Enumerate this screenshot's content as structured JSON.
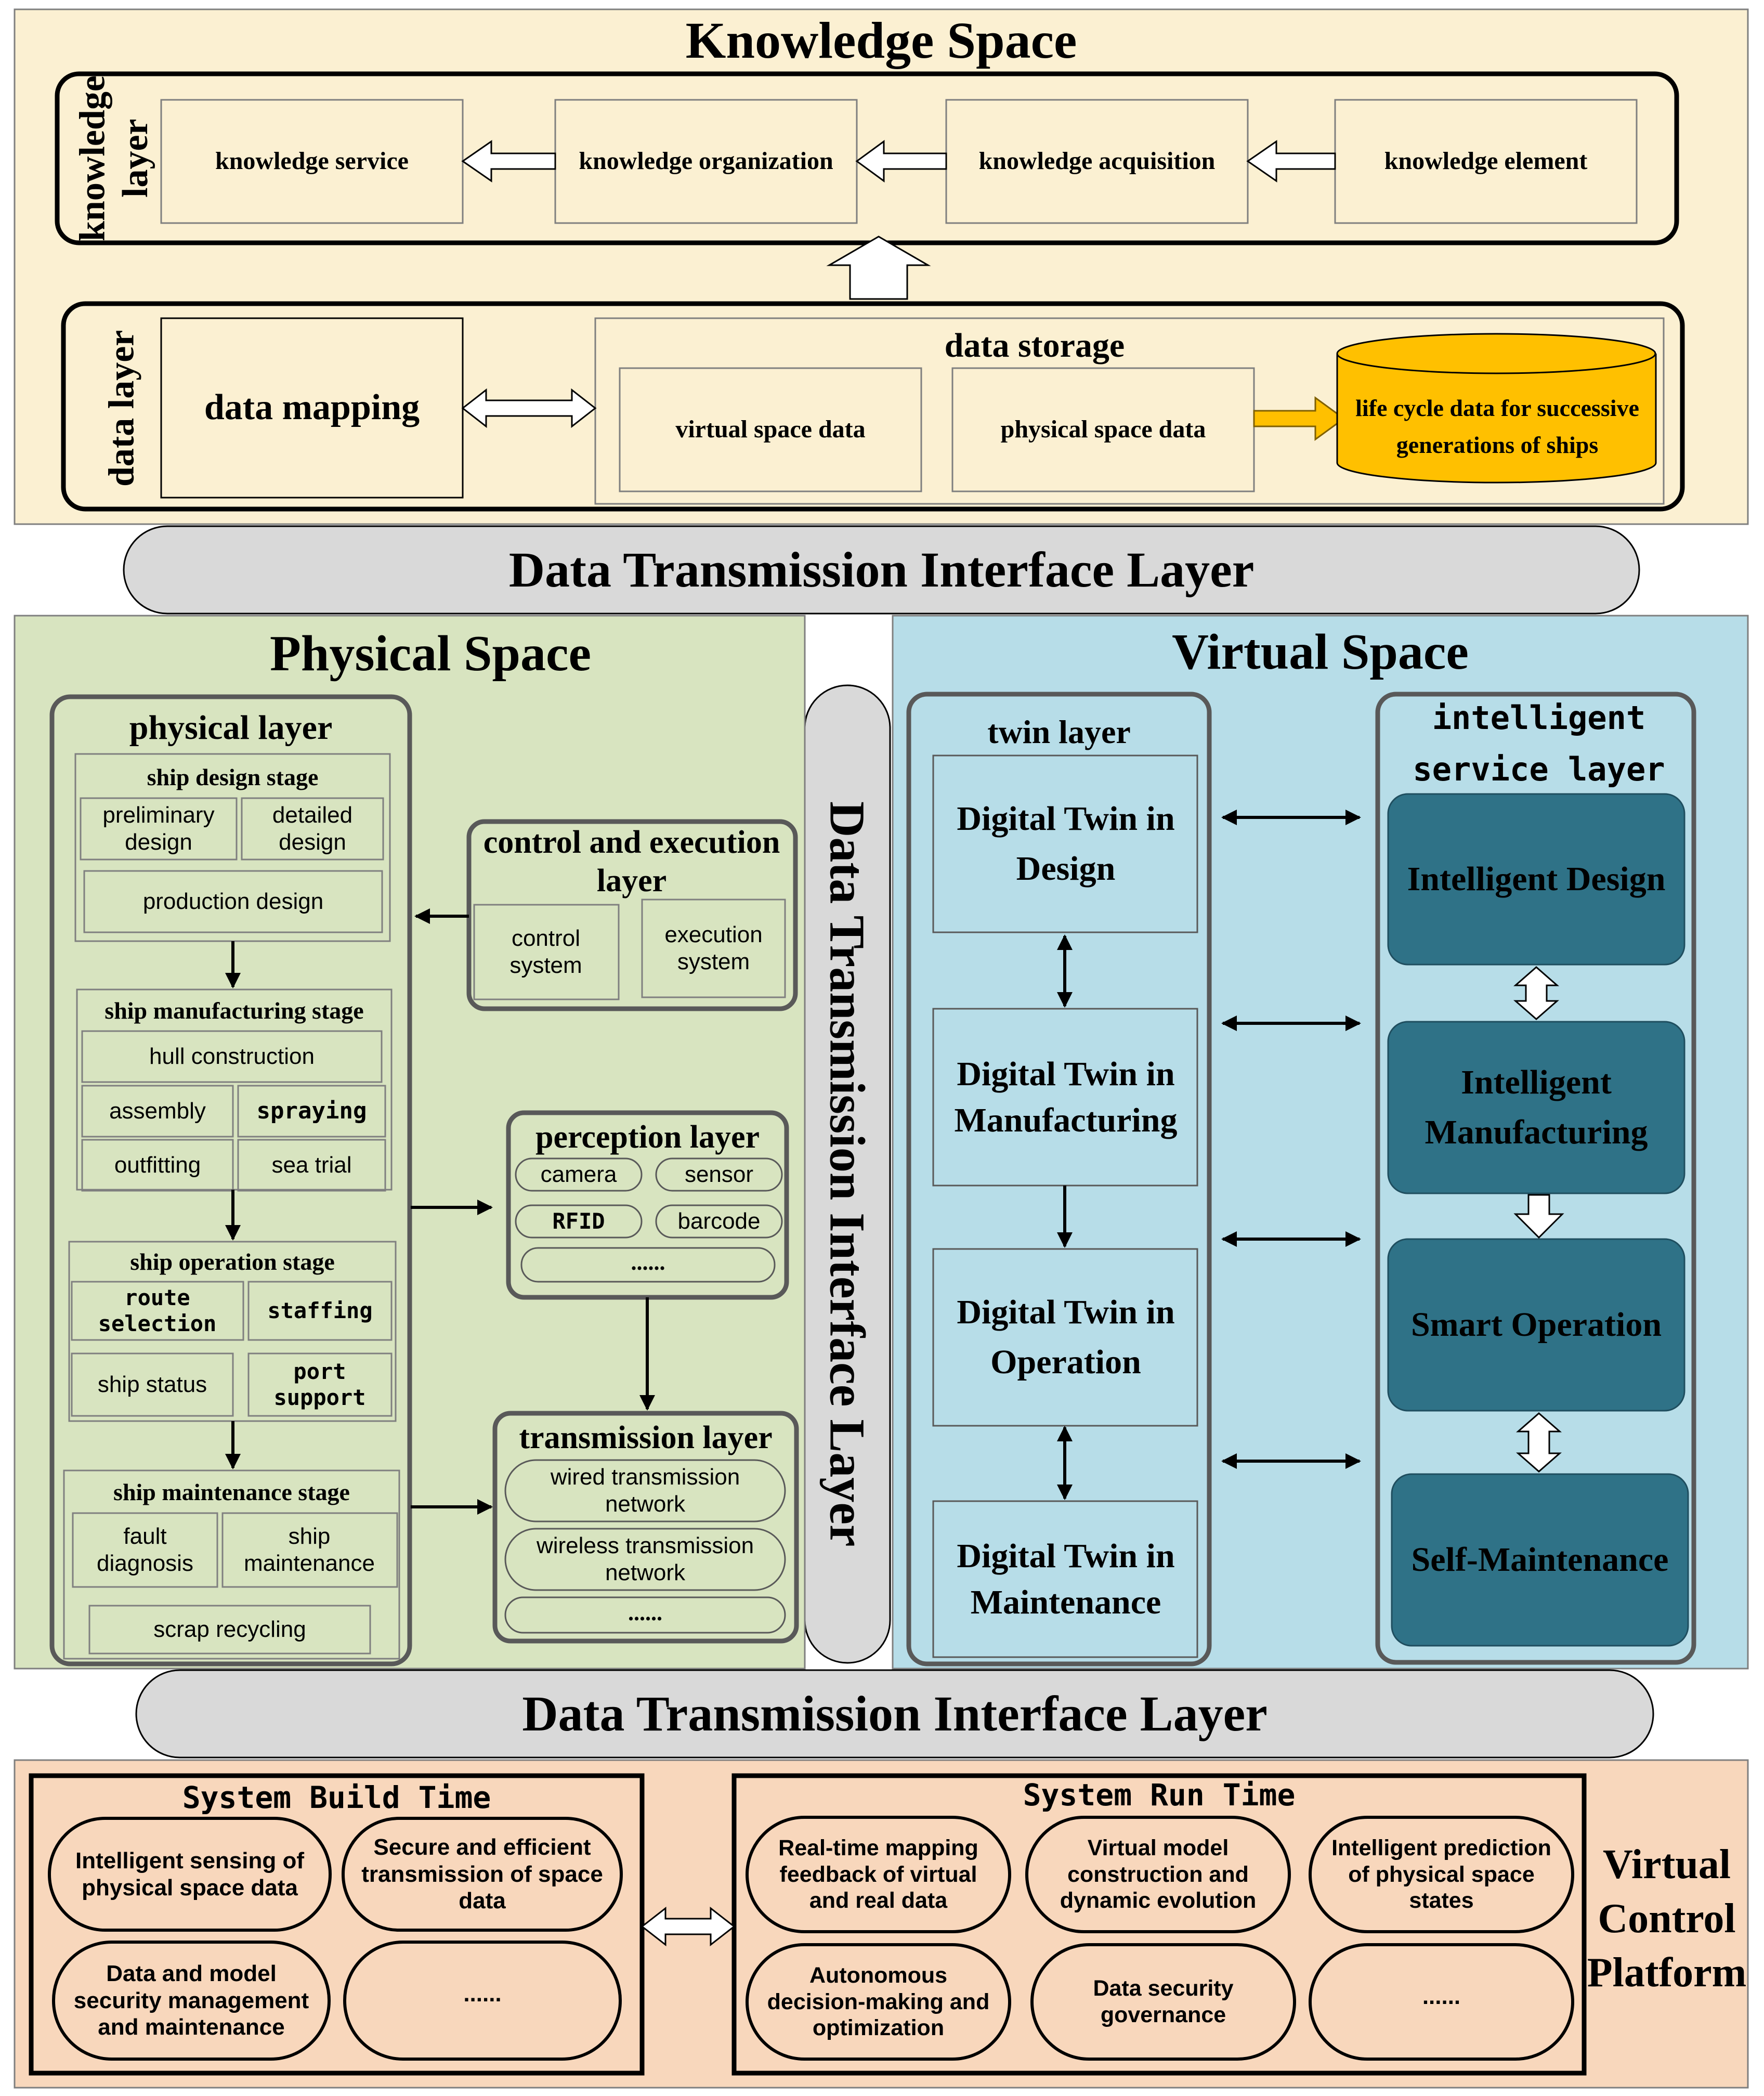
{
  "colors": {
    "knowledge_bg": "#FBF0D2",
    "physical_bg": "#D8E4C0",
    "virtual_bg": "#B7DDE8",
    "platform_bg": "#F8D7BC",
    "interface_bar": "#D9D9D9",
    "intelligent_box": "#2F7287",
    "cylinder": "#FFC000",
    "cylinder_arrow": "#FFC000",
    "box_border": "#595959",
    "outline": "#000000"
  },
  "knowledge_space": {
    "title": "Knowledge Space",
    "knowledge_layer": {
      "label": "knowledge layer",
      "items": [
        "knowledge service",
        "knowledge organization",
        "knowledge acquisition",
        "knowledge element"
      ]
    },
    "data_layer": {
      "label": "data layer",
      "data_mapping": "data mapping",
      "data_storage": {
        "title": "data storage",
        "virtual": "virtual space data",
        "physical": "physical space data",
        "lifecycle": "life cycle data for successive generations of ships"
      }
    }
  },
  "interface_top": "Data Transmission Interface Layer",
  "interface_middle": "Data Transmission Interface Layer",
  "interface_bottom": "Data Transmission Interface Layer",
  "physical_space": {
    "title": "Physical Space",
    "physical_layer": {
      "title": "physical layer",
      "design_stage": {
        "title": "ship design stage",
        "items": [
          "preliminary design",
          "detailed design",
          "production design"
        ]
      },
      "manufacturing_stage": {
        "title": "ship manufacturing stage",
        "items": [
          "hull construction",
          "assembly",
          "spraying",
          "outfitting",
          "sea trial"
        ]
      },
      "operation_stage": {
        "title": "ship operation stage",
        "items": [
          "route selection",
          "staffing",
          "ship status",
          "port support"
        ]
      },
      "maintenance_stage": {
        "title": "ship maintenance stage",
        "items": [
          "fault diagnosis",
          "ship maintenance",
          "scrap recycling"
        ]
      }
    },
    "control_layer": {
      "title": "control and execution layer",
      "items": [
        "control system",
        "execution system"
      ]
    },
    "perception_layer": {
      "title": "perception layer",
      "items": [
        "camera",
        "sensor",
        "RFID",
        "barcode",
        "......"
      ]
    },
    "transmission_layer": {
      "title": "transmission layer",
      "items": [
        "wired transmission network",
        "wireless transmission network",
        "......"
      ]
    }
  },
  "virtual_space": {
    "title": "Virtual Space",
    "twin_layer": {
      "title": "twin layer",
      "items": [
        "Digital Twin in Design",
        "Digital Twin in Manufacturing",
        "Digital Twin in Operation",
        "Digital Twin in Maintenance"
      ]
    },
    "service_layer": {
      "title": "intelligent service layer",
      "items": [
        "Intelligent Design",
        "Intelligent Manufacturing",
        "Smart Operation",
        "Self-Maintenance"
      ]
    }
  },
  "platform": {
    "title": "Virtual Control Platform",
    "build_time": {
      "title": "System Build Time",
      "items": [
        "Intelligent sensing of physical space data",
        "Secure and efficient transmission of space data",
        "Data and model security management and maintenance",
        "......"
      ]
    },
    "run_time": {
      "title": "System Run Time",
      "items": [
        "Real-time mapping feedback of virtual and real data",
        "Virtual model construction and dynamic evolution",
        "Intelligent prediction of physical space states",
        "Autonomous decision-making and optimization",
        "Data security governance",
        "......"
      ]
    }
  }
}
